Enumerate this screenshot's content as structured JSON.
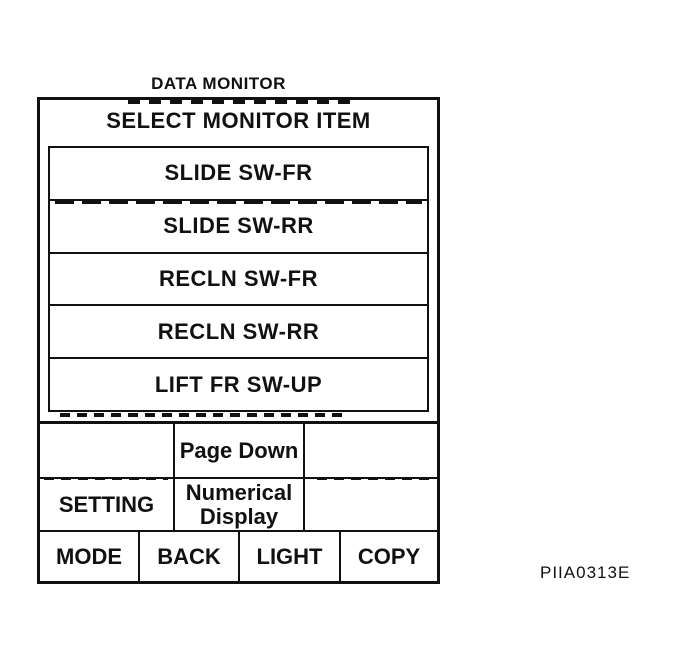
{
  "figure_label": "PIIA0313E",
  "screen": {
    "title": "DATA MONITOR",
    "select_header": "SELECT MONITOR ITEM",
    "monitor_items": [
      "SLIDE SW-FR",
      "SLIDE SW-RR",
      "RECLN SW-FR",
      "RECLN SW-RR",
      "LIFT FR SW-UP"
    ],
    "keys": {
      "page_down": "Page Down",
      "setting": "SETTING",
      "numerical_display": "Numerical Display",
      "mode": "MODE",
      "back": "BACK",
      "light": "LIGHT",
      "copy": "COPY"
    }
  },
  "colors": {
    "ink": "#111111",
    "background": "#ffffff"
  }
}
